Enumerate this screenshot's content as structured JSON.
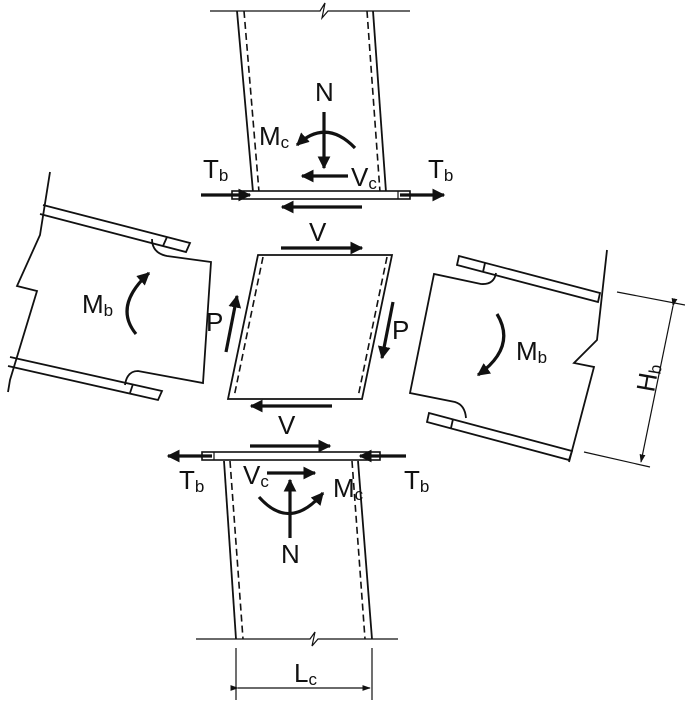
{
  "diagram": {
    "title": "Free-body diagram of beam-column joint (panel zone)",
    "labels": {
      "axial_top": "N",
      "axial_bottom": "N",
      "column_moment_top": "M",
      "column_moment_top_sub": "c",
      "column_moment_bottom": "M",
      "column_moment_bottom_sub": "c",
      "column_shear_top": "V",
      "column_shear_top_sub": "c",
      "column_shear_bottom": "V",
      "column_shear_bottom_sub": "c",
      "tension_top_left": "T",
      "tension_top_left_sub": "b",
      "tension_top_right": "T",
      "tension_top_right_sub": "b",
      "tension_bottom_left": "T",
      "tension_bottom_left_sub": "b",
      "tension_bottom_right": "T",
      "tension_bottom_right_sub": "b",
      "panel_shear_top": "V",
      "panel_shear_bottom": "V",
      "panel_force_left": "P",
      "panel_force_right": "P",
      "beam_moment_left": "M",
      "beam_moment_left_sub": "b",
      "beam_moment_right": "M",
      "beam_moment_right_sub": "b",
      "beam_depth_dim": "H",
      "beam_depth_dim_sub": "b",
      "column_width_dim": "L",
      "column_width_dim_sub": "c"
    },
    "components": [
      "top column",
      "bottom column",
      "left beam",
      "right beam",
      "joint panel zone",
      "top diaphragm plate",
      "bottom diaphragm plate"
    ],
    "colors": {
      "stroke": "#111111",
      "background": "#ffffff"
    }
  }
}
